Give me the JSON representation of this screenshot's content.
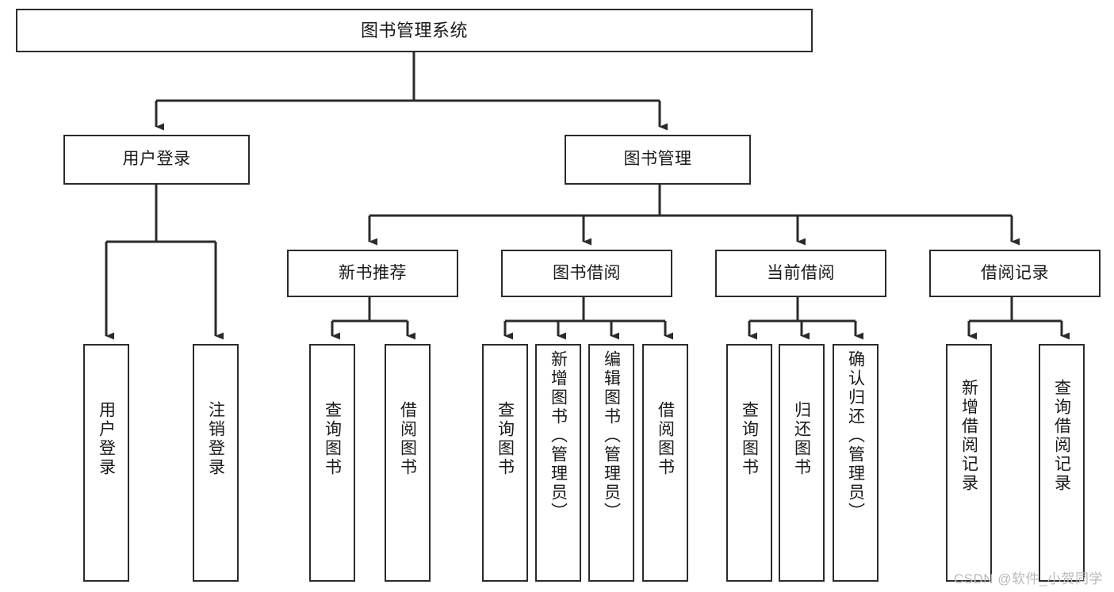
{
  "diagram": {
    "title": "图书管理系统",
    "type": "tree-hierarchy",
    "orientation": "top-down",
    "colors": {
      "box_border": "#2b2b2b",
      "box_fill": "#ffffff",
      "connector": "#2b2b2b",
      "text": "#1a1a1a",
      "watermark": "#b9b9b9",
      "background": "#ffffff"
    },
    "watermark": "CSDN @软件_小贺同学"
  },
  "nodes": {
    "root": {
      "label": "图书管理系统"
    },
    "level2": [
      {
        "id": "user-login",
        "label": "用户登录"
      },
      {
        "id": "book-management",
        "label": "图书管理"
      }
    ],
    "level3": [
      {
        "id": "new-book-recommend",
        "label": "新书推荐"
      },
      {
        "id": "book-borrow",
        "label": "图书借阅"
      },
      {
        "id": "current-borrow",
        "label": "当前借阅"
      },
      {
        "id": "borrow-record",
        "label": "借阅记录"
      }
    ],
    "leaves": [
      {
        "id": "leaf-user-login",
        "label": "用户登录",
        "parent": "user-login"
      },
      {
        "id": "leaf-logout",
        "label": "注销登录",
        "parent": "user-login"
      },
      {
        "id": "leaf-query-book-1",
        "label": "查询图书",
        "parent": "new-book-recommend"
      },
      {
        "id": "leaf-borrow-book-1",
        "label": "借阅图书",
        "parent": "new-book-recommend"
      },
      {
        "id": "leaf-query-book-2",
        "label": "查询图书",
        "parent": "book-borrow"
      },
      {
        "id": "leaf-add-book",
        "label": "新增图书（管理员）",
        "parent": "book-borrow"
      },
      {
        "id": "leaf-edit-book",
        "label": "编辑图书（管理员）",
        "parent": "book-borrow"
      },
      {
        "id": "leaf-borrow-book-2",
        "label": "借阅图书",
        "parent": "book-borrow"
      },
      {
        "id": "leaf-query-book-3",
        "label": "查询图书",
        "parent": "current-borrow"
      },
      {
        "id": "leaf-return-book",
        "label": "归还图书",
        "parent": "current-borrow"
      },
      {
        "id": "leaf-confirm-return",
        "label": "确认归还（管理员）",
        "parent": "current-borrow"
      },
      {
        "id": "leaf-add-borrow-record",
        "label": "新增借阅记录",
        "parent": "borrow-record"
      },
      {
        "id": "leaf-query-borrow-record",
        "label": "查询借阅记录",
        "parent": "borrow-record"
      }
    ]
  }
}
